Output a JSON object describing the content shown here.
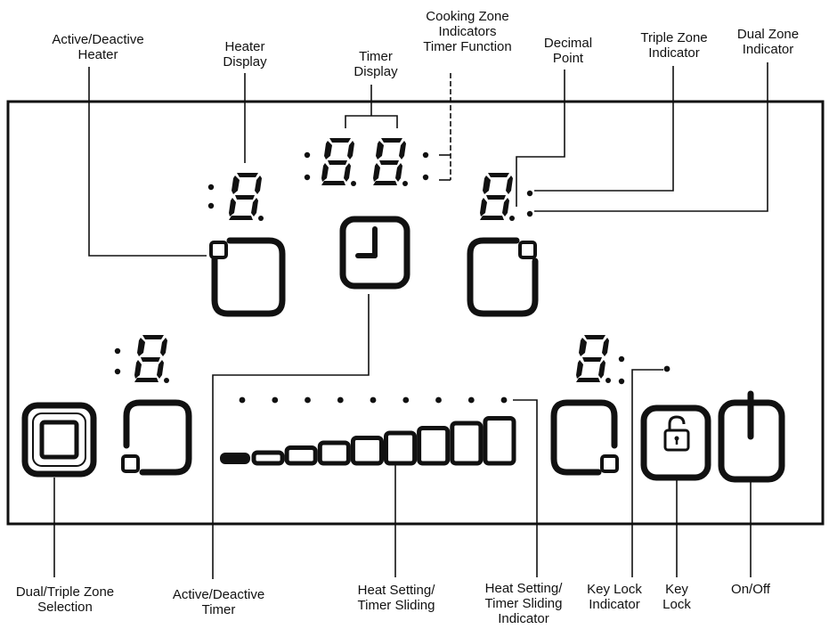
{
  "labels": {
    "active_heater": [
      "Active/Deactive",
      "Heater"
    ],
    "heater_display": [
      "Heater",
      "Display"
    ],
    "timer_display": [
      "Timer",
      "Display"
    ],
    "cooking_zone": [
      "Cooking Zone",
      "Indicators",
      "Timer Function"
    ],
    "decimal_point": [
      "Decimal",
      "Point"
    ],
    "triple_zone": [
      "Triple Zone",
      "Indicator"
    ],
    "dual_zone": [
      "Dual Zone",
      "Indicator"
    ],
    "dual_triple_selection": [
      "Dual/Triple Zone",
      "Selection"
    ],
    "active_timer": [
      "Active/Deactive",
      "Timer"
    ],
    "heat_setting": [
      "Heat Setting/",
      "Timer Sliding"
    ],
    "heat_setting_indicator": [
      "Heat Setting/",
      "Timer Sliding",
      "Indicator"
    ],
    "key_lock_indicator": [
      "Key Lock",
      "Indicator"
    ],
    "key_lock": [
      "Key",
      "Lock"
    ],
    "on_off": [
      "On/Off"
    ]
  },
  "digits": {
    "heater_top_left": "8.",
    "timer_left": "8.",
    "timer_right": "8.",
    "heater_top_right": "8.",
    "heater_bottom_left": "8.",
    "heater_bottom_right": "8."
  },
  "colors": {
    "ink": "#111111",
    "background": "#ffffff"
  },
  "icons": {
    "timer": "clock-icon",
    "lock": "padlock-icon",
    "power": "power-icon",
    "zone_select": "square-zone-icon"
  },
  "slider_levels": 9
}
